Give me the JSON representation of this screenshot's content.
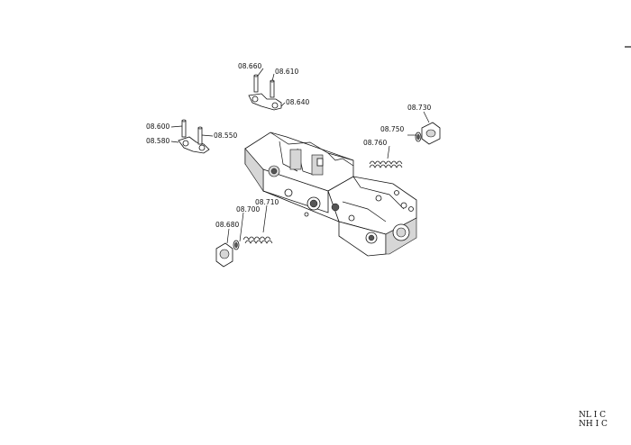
{
  "callouts": {
    "p08660": "08.660",
    "p08610": "08.610",
    "p08640": "08.640",
    "p08600": "08.600",
    "p08580": "08.580",
    "p08550": "08.550",
    "p08730": "08.730",
    "p08750": "08.750",
    "p08760": "08.760",
    "p08710": "08.710",
    "p08700": "08.700",
    "p08680": "08.680"
  },
  "corner_code": {
    "line1": "NL I C",
    "line2": "NH I C"
  }
}
